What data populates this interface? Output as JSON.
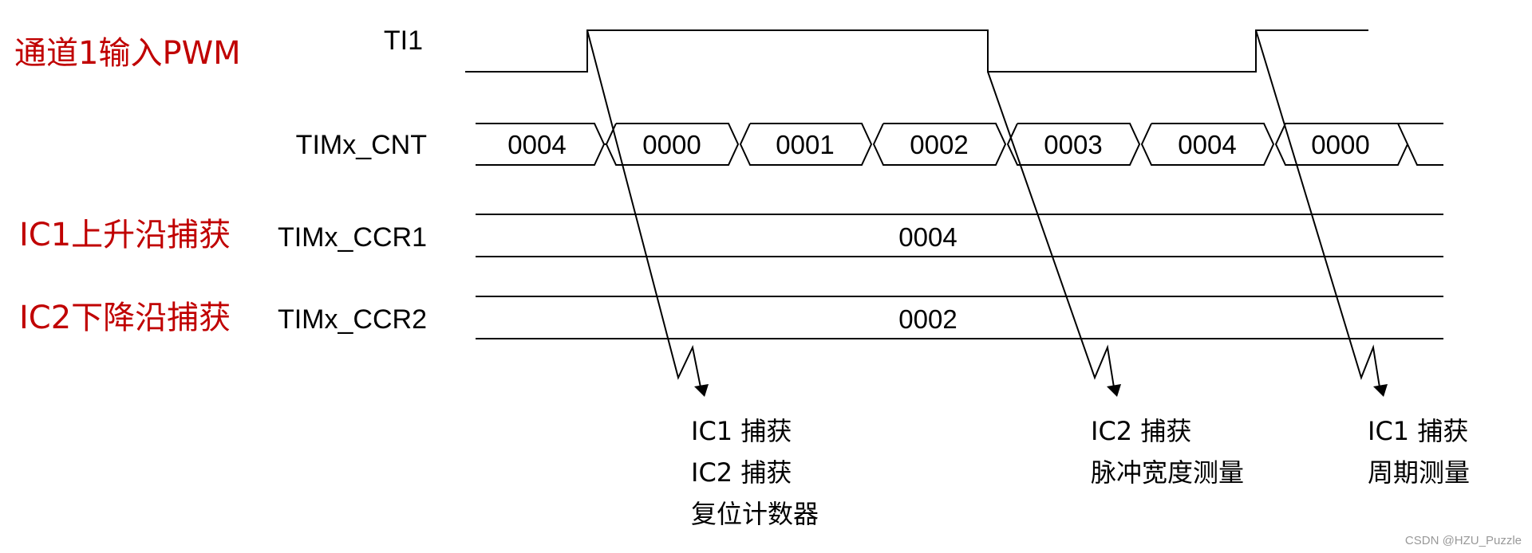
{
  "side_labels": {
    "channel_input": "通道1输入PWM",
    "ic1_rising": "IC1上升沿捕获",
    "ic2_falling": "IC2下降沿捕获"
  },
  "signals": {
    "ti1": "TI1",
    "cnt": "TIMx_CNT",
    "ccr1": "TIMx_CCR1",
    "ccr2": "TIMx_CCR2"
  },
  "counter_values": [
    "0004",
    "0000",
    "0001",
    "0002",
    "0003",
    "0004",
    "0000"
  ],
  "ccr1_value": "0004",
  "ccr2_value": "0002",
  "events": [
    {
      "lines": [
        "IC1 捕获",
        "IC2 捕获",
        "复位计数器"
      ]
    },
    {
      "lines": [
        "IC2 捕获",
        "脉冲宽度测量"
      ]
    },
    {
      "lines": [
        "IC1 捕获",
        "周期测量"
      ]
    }
  ],
  "watermark": "CSDN @HZU_Puzzle"
}
